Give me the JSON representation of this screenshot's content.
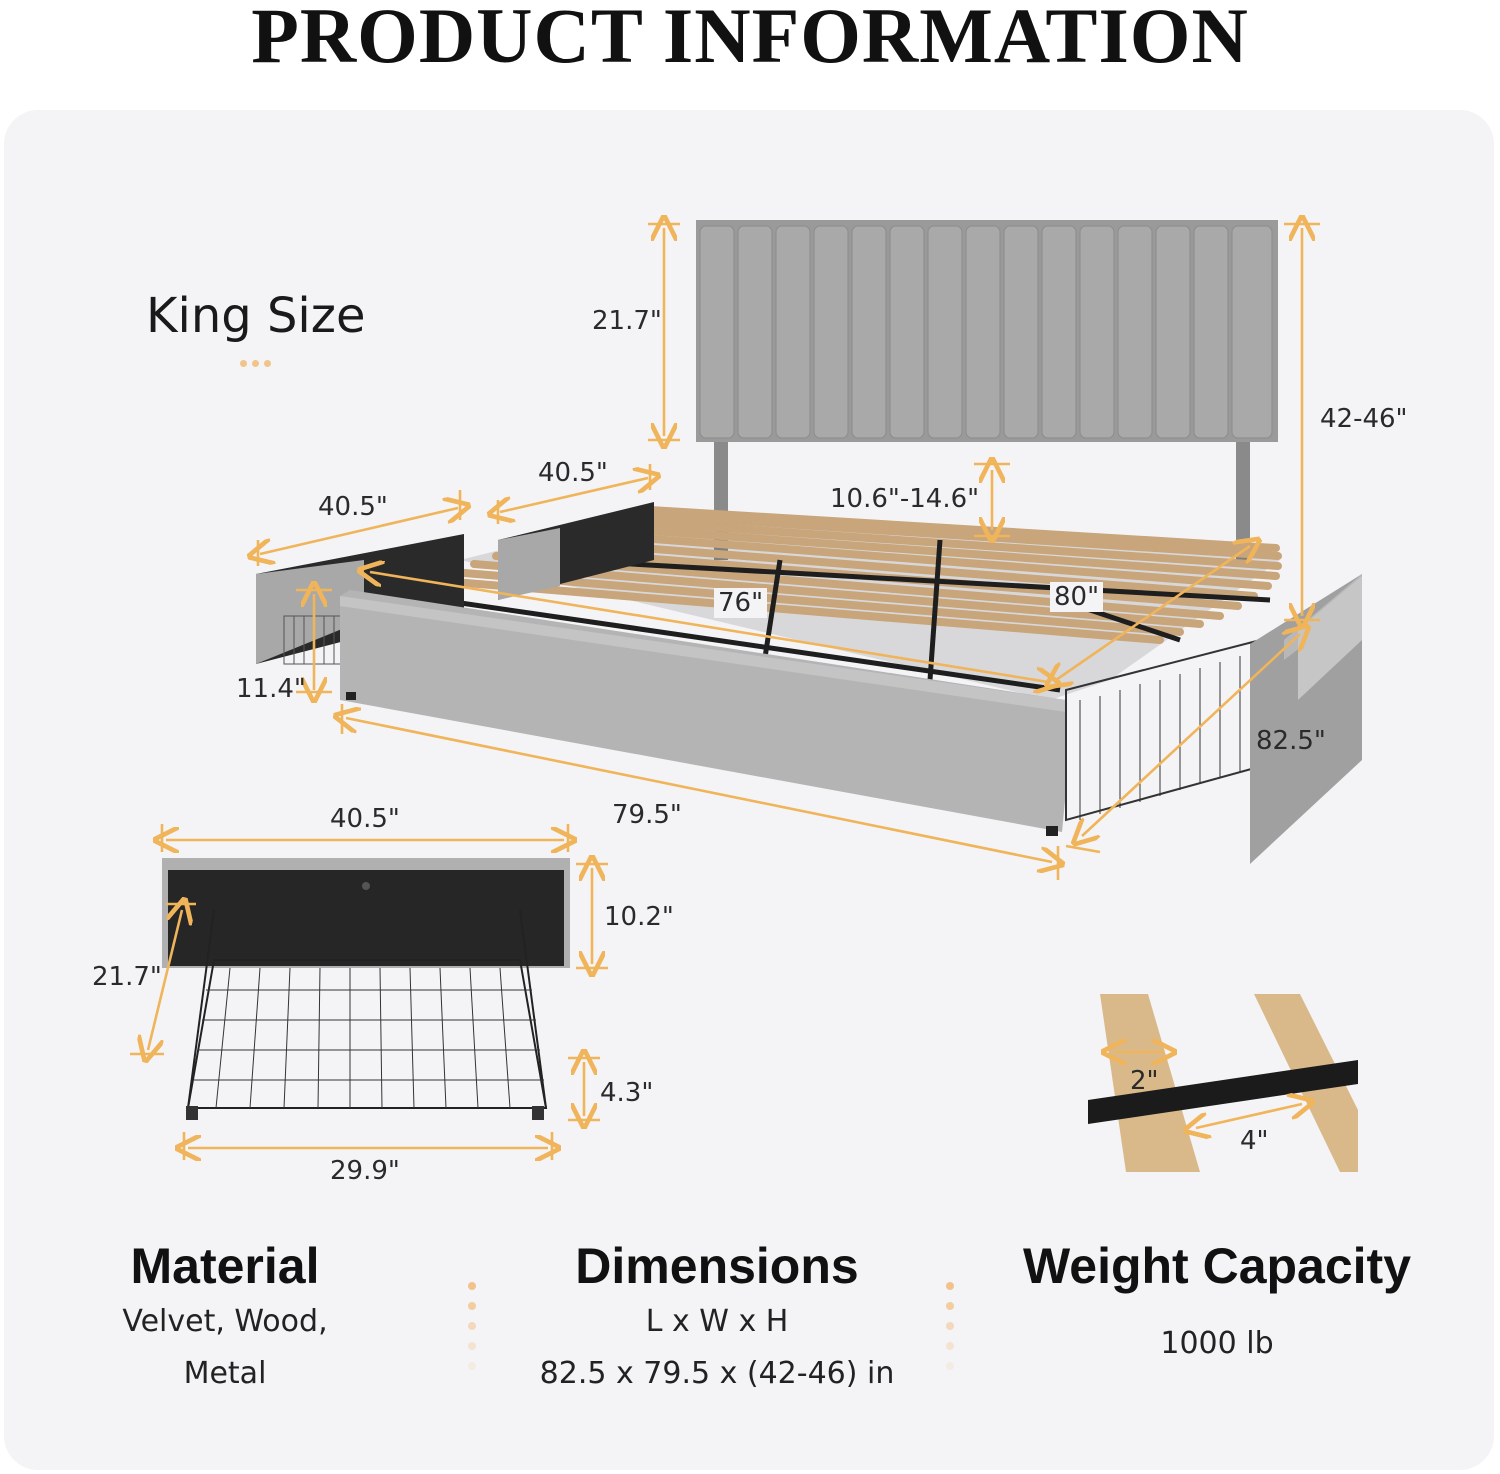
{
  "header": {
    "title": "PRODUCT INFORMATION"
  },
  "size_label": "King Size",
  "dimensions_labels": {
    "headboard_height": "21.7\"",
    "total_height": "42-46\"",
    "drawer_width_left": "40.5\"",
    "drawer_width_mid": "40.5\"",
    "clearance": "10.6\"-14.6\"",
    "inner_length": "76\"",
    "inner_width": "80\"",
    "drawer_height": "11.4\"",
    "bed_length": "82.5\"",
    "bed_width": "79.5\"",
    "drawer_front_width": "40.5\"",
    "drawer_front_height": "10.2\"",
    "drawer_depth": "21.7\"",
    "drawer_basket_height": "4.3\"",
    "drawer_basket_width": "29.9\"",
    "slat_width": "2\"",
    "slat_gap": "4\""
  },
  "specs": {
    "material": {
      "title": "Material",
      "line1": "Velvet, Wood,",
      "line2": "Metal"
    },
    "dimensions": {
      "title": "Dimensions",
      "line1": "L x W x H",
      "line2": "82.5 x 79.5 x (42-46) in"
    },
    "weight": {
      "title": "Weight Capacity",
      "line1": "1000 lb"
    }
  },
  "colors": {
    "accent": "#f0b45a",
    "fabric": "#9a9a9a",
    "slat": "#c8a57a",
    "panel": "#f4f4f6"
  }
}
